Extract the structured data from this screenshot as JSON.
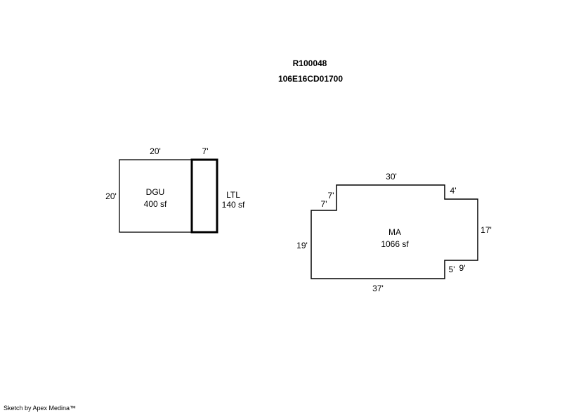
{
  "header": {
    "parcel_id": "R100048",
    "account_id": "106E16CD01700"
  },
  "footer": {
    "credit": "Sketch by Apex Medina™"
  },
  "areas": {
    "dgu": {
      "code": "DGU",
      "area": "400 sf",
      "dims": {
        "top": "20'",
        "left": "20'"
      }
    },
    "ltl": {
      "code": "LTL",
      "area": "140 sf",
      "dims": {
        "top": "7'"
      }
    },
    "ma": {
      "code": "MA",
      "area": "1066 sf",
      "dims": {
        "top": "30'",
        "step_upper_left": "7'",
        "step_lower_left": "7'",
        "upper_right_notch": "4'",
        "right": "17'",
        "left": "19'",
        "lower_right_notch_vertical": "5'",
        "lower_right_notch_horizontal": "9'",
        "bottom": "37'"
      }
    }
  },
  "colors": {
    "line": "#000000",
    "background": "#ffffff"
  }
}
